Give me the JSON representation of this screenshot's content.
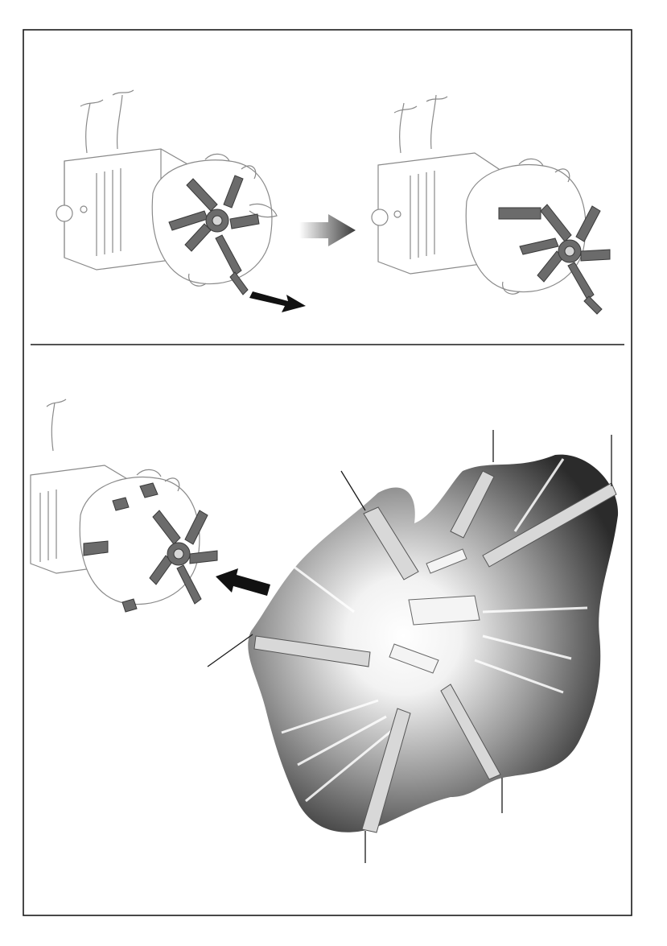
{
  "document": {
    "panels": [
      {
        "id": "top",
        "steps": [
          "motor-with-brush-holder",
          "brush-holder-pulled-out"
        ]
      },
      {
        "id": "bottom",
        "steps": [
          "brush-holder-reinserted",
          "brush-holder-detail"
        ]
      }
    ],
    "icons": {
      "step_arrow": "gradient-arrow-icon",
      "pull_arrow": "pull-direction-arrow-icon",
      "push_arrow": "push-direction-arrow-icon"
    },
    "colors": {
      "frame": "#1a1a1a",
      "line_art": "#7a7a7a",
      "part_fill": "#6b6b6b",
      "detail_dark": "#2b2b2b",
      "detail_light": "#e8e8e8"
    }
  }
}
